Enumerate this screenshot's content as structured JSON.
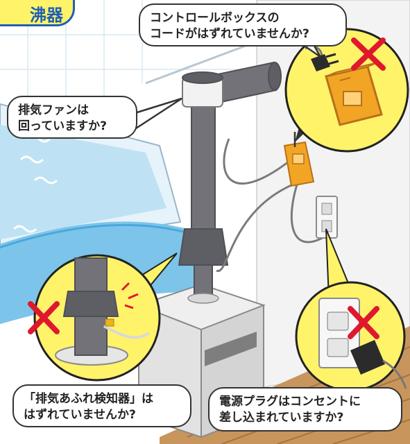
{
  "corner_label": "沸器",
  "callouts": {
    "control_box": {
      "line1": "コントロールボックスの",
      "line2": "コードがはずれていませんか?"
    },
    "fan": {
      "line1": "排気ファンは",
      "line2": "回っていますか?"
    },
    "detector": {
      "line1": "「排気あふれ検知器」は",
      "line2": "はずれていませんか?"
    },
    "plug": {
      "line1": "電源プラグはコンセントに",
      "line2": "差し込まれていますか?"
    }
  },
  "marks": {
    "cross_color": "#e0182d",
    "bubble_bg": "#fff36a"
  }
}
